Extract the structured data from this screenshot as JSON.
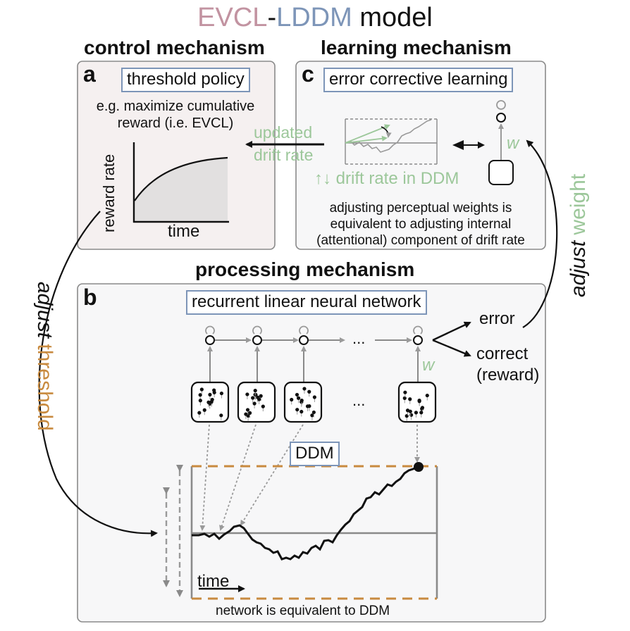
{
  "title": {
    "part1": "EVCL",
    "dash": "-",
    "part2": "LDDM",
    "part3": " model"
  },
  "colors": {
    "evcl": "#c293a1",
    "lddm": "#7d95b8",
    "green": "#9cc79a",
    "orange": "#c88a3f",
    "panel_bg_a": "#f5f0f0",
    "panel_bg": "#f7f7f8",
    "border": "#8a8a8a"
  },
  "control": {
    "header": "control mechanism",
    "letter": "a",
    "box_label": "threshold policy",
    "description": "e.g. maximize cumulative reward (i.e. EVCL)",
    "plot_ylabel": "reward rate",
    "plot_xlabel": "time"
  },
  "learning": {
    "header": "learning mechanism",
    "letter": "c",
    "box_label": "error corrective learning",
    "drift_label": "↑↓ drift rate in DDM",
    "weight_symbol": "w",
    "description": "adjusting perceptual weights is equivalent to adjusting internal (attentional) component of drift rate"
  },
  "processing": {
    "header": "processing mechanism",
    "letter": "b",
    "box_label": "recurrent linear neural network",
    "ellipsis": "...",
    "weight_symbol": "w",
    "out_error": "error",
    "out_correct": "correct",
    "out_reward": "(reward)",
    "ddm_label": "DDM",
    "time_label": "time",
    "caption": "network is equivalent to DDM"
  },
  "arrows": {
    "updated": "updated",
    "drift_rate": "drift rate",
    "adjust": "adjust",
    "threshold": "threshold",
    "weight": "weight"
  }
}
